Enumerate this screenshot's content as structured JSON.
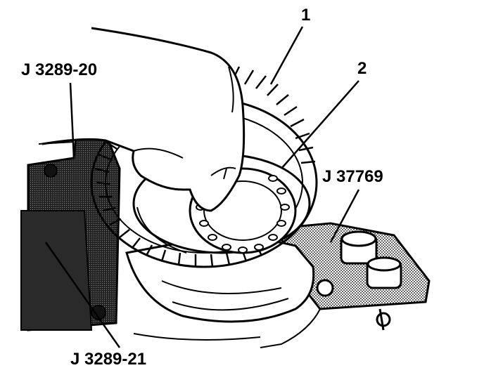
{
  "figure": {
    "callouts": {
      "c1": "1",
      "c2": "2",
      "tool_top_left": "J 3289-20",
      "tool_right": "J 37769",
      "tool_bottom": "J 3289-21"
    },
    "colors": {
      "ink": "#000000",
      "paper": "#ffffff",
      "shade_dark": "#333333",
      "shade_mid": "#9a9a9a"
    },
    "icons": [
      "hand",
      "ring-gear",
      "differential-case",
      "holding-fixture",
      "bench-vise"
    ]
  }
}
